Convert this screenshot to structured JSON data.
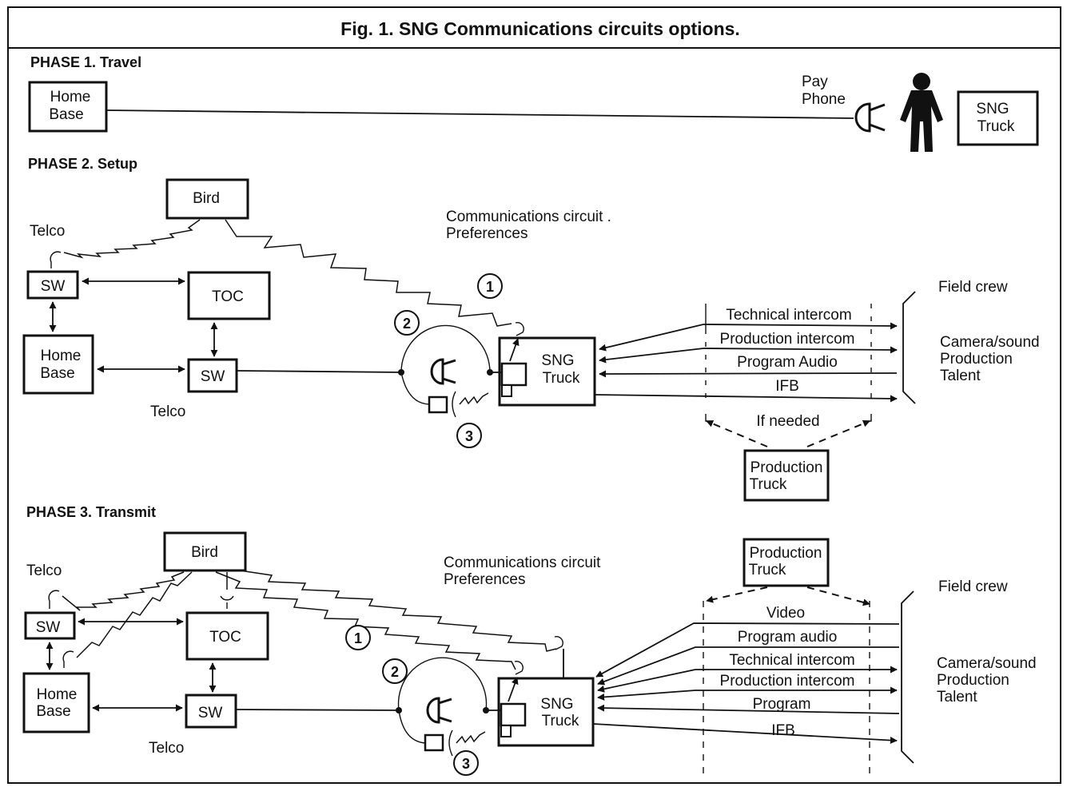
{
  "title": "Fig. 1. SNG Communications circuits options.",
  "phase1": {
    "heading": "PHASE 1. Travel",
    "home_base": [
      "Home",
      "Base"
    ],
    "pay_phone": [
      "Pay",
      "Phone"
    ],
    "sng_truck": [
      "SNG",
      "Truck"
    ]
  },
  "phase2": {
    "heading": "PHASE 2. Setup",
    "bird": "Bird",
    "telco_top": "Telco",
    "sw_top": "SW",
    "toc": "TOC",
    "home_base": [
      "Home",
      "Base"
    ],
    "sw_bottom": "SW",
    "telco_bottom": "Telco",
    "circuit_prefs": [
      "Communications circuit .",
      "Preferences"
    ],
    "numbers": [
      "1",
      "2",
      "3"
    ],
    "sng_truck": [
      "SNG",
      "Truck"
    ],
    "links": [
      "Technical intercom",
      "Production intercom",
      "Program Audio",
      "IFB"
    ],
    "if_needed": "If needed",
    "production_truck": [
      "Production",
      "Truck"
    ],
    "field_crew": "Field crew",
    "crew_roles": [
      "Camera/sound",
      "Production",
      "Talent"
    ]
  },
  "phase3": {
    "heading": "PHASE 3. Transmit",
    "bird": "Bird",
    "telco_top": "Telco",
    "sw_top": "SW",
    "toc": "TOC",
    "home_base": [
      "Home",
      "Base"
    ],
    "sw_bottom": "SW",
    "telco_bottom": "Telco",
    "circuit_prefs": [
      "Communications circuit",
      "Preferences"
    ],
    "numbers": [
      "1",
      "2",
      "3"
    ],
    "sng_truck": [
      "SNG",
      "Truck"
    ],
    "production_truck": [
      "Production",
      "Truck"
    ],
    "links": [
      "Video",
      "Program audio",
      "Technical intercom",
      "Production intercom",
      "Program",
      "IFB"
    ],
    "field_crew": "Field crew",
    "crew_roles": [
      "Camera/sound",
      "Production",
      "Talent"
    ]
  }
}
